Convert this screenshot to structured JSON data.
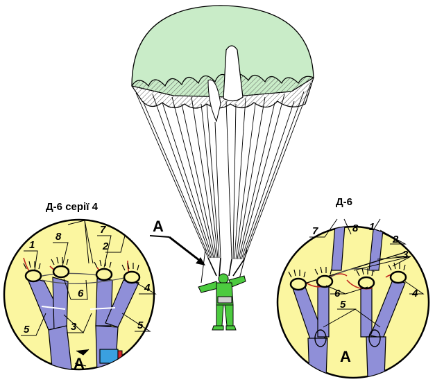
{
  "main": {
    "callout_label": "А"
  },
  "left_detail": {
    "title": "Д-6 серії 4",
    "view_label": "А",
    "numbers": [
      "1",
      "2",
      "3",
      "4",
      "5",
      "5",
      "6",
      "7",
      "8"
    ]
  },
  "right_detail": {
    "title": "Д-6",
    "view_label": "А",
    "numbers": [
      "1",
      "2",
      "3",
      "4",
      "5",
      "6",
      "7",
      "8"
    ]
  },
  "colors": {
    "canopy": "#c9ecc8",
    "jumpsuit": "#4ccb3f",
    "detail_background": "#fbf6a0",
    "strap": "#8f8fd8",
    "line_red": "#c0271f"
  }
}
